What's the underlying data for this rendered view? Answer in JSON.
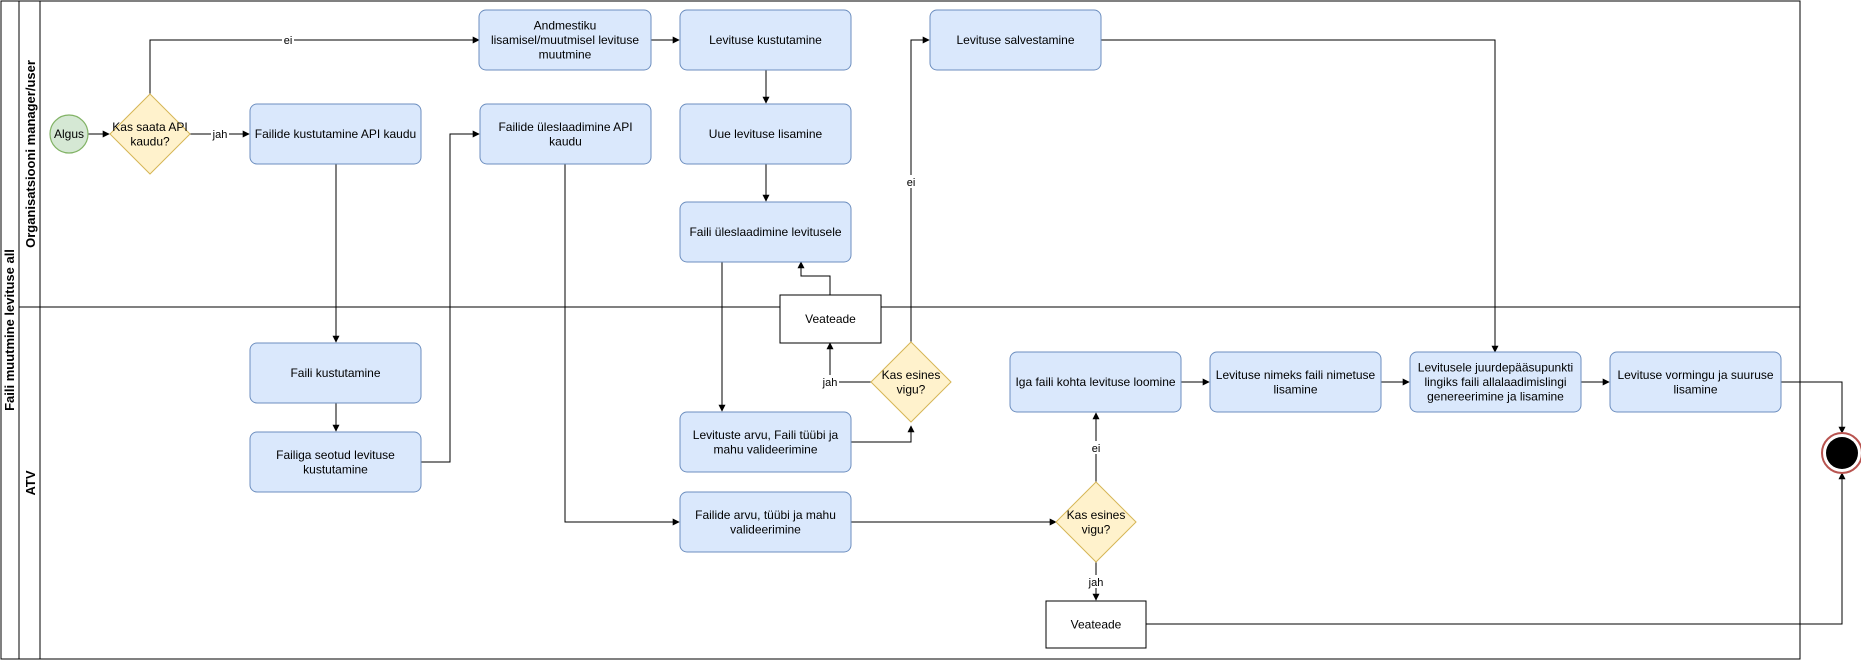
{
  "pool": {
    "title": "Faili muutmine levituse all"
  },
  "lanes": {
    "user": "Organisatsiooni manager/user",
    "atv": "ATV"
  },
  "nodes": {
    "start": "Algus",
    "dec_api": [
      "Kas saata API",
      "kaudu?"
    ],
    "andmestik": [
      "Andmestiku",
      "lisamisel/muutmisel levituse",
      "muutmine"
    ],
    "levituse_kustutamine": [
      "Levituse kustutamine"
    ],
    "levituse_salvestamine": [
      "Levituse salvestamine"
    ],
    "failide_kustutamine_api": [
      "Failide kustutamine API kaudu"
    ],
    "failide_upload_api": [
      "Failide üleslaadimine API",
      "kaudu"
    ],
    "uue_levituse": [
      "Uue levituse lisamine"
    ],
    "faili_upload_levitusele": [
      "Faili üleslaadimine levitusele"
    ],
    "veateade1": [
      "Veateade"
    ],
    "faili_kustutamine": [
      "Faili kustutamine"
    ],
    "failiga_seotud": [
      "Failiga seotud levituse",
      "kustutamine"
    ],
    "dec_vigu1": [
      "Kas esines",
      "vigu?"
    ],
    "levituste_arvu": [
      "Levituste arvu, Faili tüübi ja",
      "mahu valideerimine"
    ],
    "iga_faili": [
      "Iga faili kohta levituse loomine"
    ],
    "levituse_nimeks": [
      "Levituse nimeks faili nimetuse",
      "lisamine"
    ],
    "levitusele_juurde": [
      "Levitusele juurdepääsupunkti",
      "lingiks faili allalaadimislingi",
      "genereerimine ja lisamine"
    ],
    "levituse_vormingu": [
      "Levituse vormingu ja suuruse",
      "lisamine"
    ],
    "failide_arvu": [
      "Failide arvu, tüübi ja mahu",
      "valideerimine"
    ],
    "dec_vigu2": [
      "Kas esines",
      "vigu?"
    ],
    "veateade2": [
      "Veateade"
    ]
  },
  "edge_labels": {
    "no": "ei",
    "yes": "jah"
  },
  "colors": {
    "task_fill": "#dae8fc",
    "task_stroke": "#6c8ebf",
    "decision_fill": "#fff2cc",
    "decision_stroke": "#d6b656",
    "start_fill": "#d5e8d4",
    "start_stroke": "#82b366",
    "end_stroke": "#b85450"
  }
}
